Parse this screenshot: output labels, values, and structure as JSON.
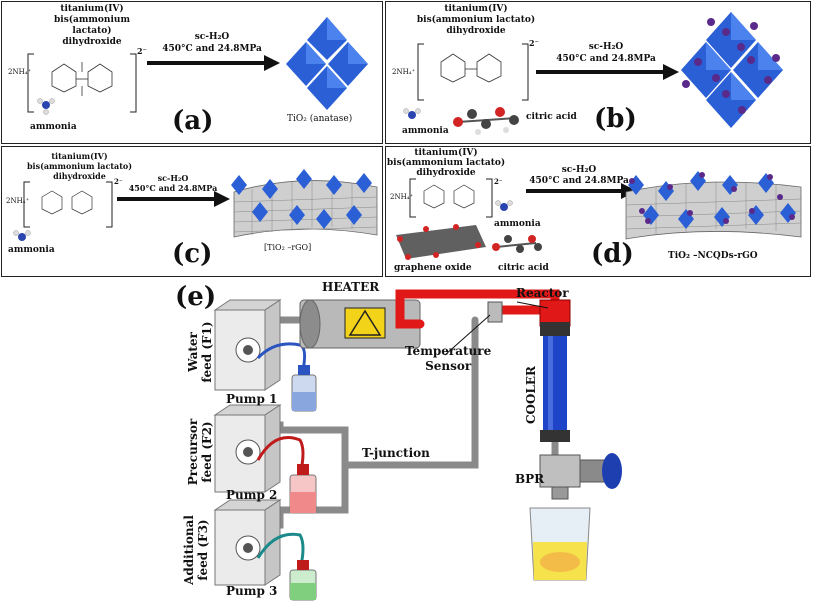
{
  "colors": {
    "tio2_blue": "#2a5fd6",
    "heater_red": "#e01818",
    "pipe_grey": "#8a8a8a",
    "cooler_blue": "#1e44c8",
    "warning_yellow": "#f3d21a",
    "nanodot_purple": "#5a2a8a"
  },
  "panel_a": {
    "precursor_name": "titanium(IV)\nbis(ammonium lactato)\ndihydroxide",
    "charge": "2⁻",
    "counter_ion": "2NH₄⁺",
    "ammonia_label": "ammonia",
    "condition_top": "sc-H₂O",
    "condition_bottom": "450°C and 24.8MPa",
    "product_label": "TiO₂ (anatase)",
    "panel_letter": "(a)"
  },
  "panel_b": {
    "precursor_name": "titanium(IV)\nbis(ammonium lactato)\ndihydroxide",
    "charge": "2⁻",
    "counter_ion": "2NH₄⁺",
    "ammonia_label": "ammonia",
    "citric_label": "citric acid",
    "condition_top": "sc-H₂O",
    "condition_bottom": "450°C and 24.8MPa",
    "panel_letter": "(b)"
  },
  "panel_c": {
    "precursor_name": "titanium(IV)\nbis(ammonium lactato)\ndihydroxide",
    "charge": "2⁻",
    "counter_ion": "2NH₄⁺",
    "ammonia_label": "ammonia",
    "condition_top": "sc-H₂O",
    "condition_bottom": "450°C and 24.8MPa",
    "product_label": "[TiO₂ –rGO]",
    "panel_letter": "(c)"
  },
  "panel_d": {
    "precursor_name": "titanium(IV)\nbis(ammonium lactato)\ndihydroxide",
    "charge": "2⁻",
    "counter_ion": "2NH₄⁺",
    "ammonia_label": "ammonia",
    "graphene_label": "graphene oxide",
    "citric_label": "citric acid",
    "condition_top": "sc-H₂O",
    "condition_bottom": "450°C and 24.8MPa",
    "product_label": "TiO₂ –NCQDs-rGO",
    "panel_letter": "(d)"
  },
  "panel_e": {
    "panel_letter": "(e)",
    "heater_label": "HEATER",
    "reactor_label": "Reactor",
    "temperature_sensor_label": "Temperature\nSensor",
    "cooler_label": "COOLER",
    "bpr_label": "BPR",
    "tjunction_label": "T-junction",
    "water_feed_label": "Water\nfeed (F1)",
    "precursor_feed_label": "Precursor\nfeed (F2)",
    "additional_feed_label": "Additional\nfeed (F3)",
    "pump1_label": "Pump 1",
    "pump2_label": "Pump 2",
    "pump3_label": "Pump 3"
  }
}
